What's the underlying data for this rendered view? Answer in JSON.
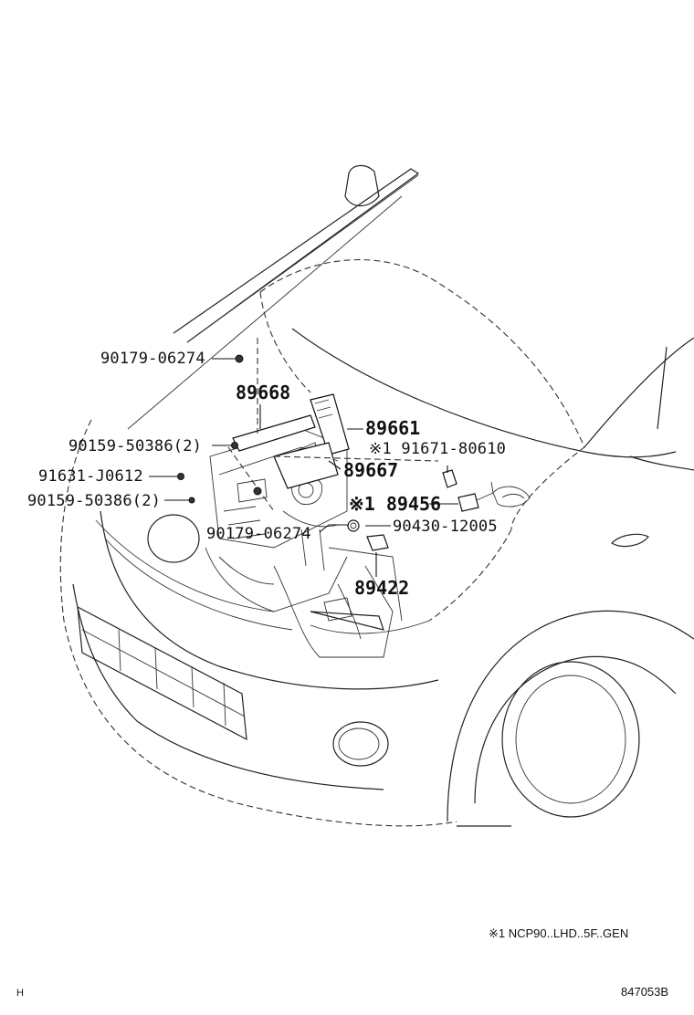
{
  "diagram": {
    "labels": {
      "p90179_top": "90179-06274",
      "p89668": "89668",
      "p89661": "89661",
      "p90159_a": "90159-50386(2)",
      "p91671": "※1 91671-80610",
      "p91631": "91631-J0612",
      "p89667": "89667",
      "p90159_b": "90159-50386(2)",
      "p89456": "※1 89456",
      "p90179_bot": "90179-06274",
      "p90430": "90430-12005",
      "p89422": "89422"
    },
    "footnote": "※1 NCP90..LHD..5F..GEN",
    "corner_left": "H",
    "figure_code": "847053B"
  }
}
